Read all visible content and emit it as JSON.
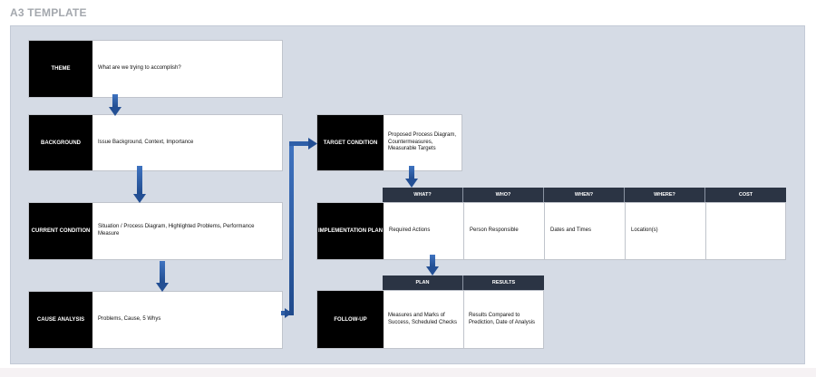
{
  "title": "A3 TEMPLATE",
  "sections": {
    "theme": {
      "label": "THEME",
      "text": "What are we trying to accomplish?"
    },
    "background": {
      "label": "BACKGROUND",
      "text": "Issue Background, Context, Importance"
    },
    "current": {
      "label": "CURRENT CONDITION",
      "text": "Situation / Process Diagram, Highlighted Problems, Performance Measure"
    },
    "cause": {
      "label": "CAUSE ANALYSIS",
      "text": "Problems, Cause, 5 Whys"
    },
    "target": {
      "label": "TARGET CONDITION",
      "text": "Proposed Process Diagram, Countermeasures, Measurable Targets"
    },
    "implementation": {
      "label": "IMPLEMENTATION PLAN",
      "headers": [
        "WHAT?",
        "WHO?",
        "WHEN?",
        "WHERE?",
        "COST"
      ],
      "cells": [
        "Required Actions",
        "Person Responsible",
        "Dates and Times",
        "Location(s)",
        ""
      ]
    },
    "followup": {
      "label": "FOLLOW-UP",
      "headers": [
        "PLAN",
        "RESULTS"
      ],
      "cells": [
        "Measures and Marks of Success, Scheduled Checks",
        "Results Compared to Prediction, Date of Analysis"
      ]
    }
  },
  "colors": {
    "arrow": "#2e5fa8",
    "header": "#2b3444",
    "panel": "#d5dbe5"
  }
}
